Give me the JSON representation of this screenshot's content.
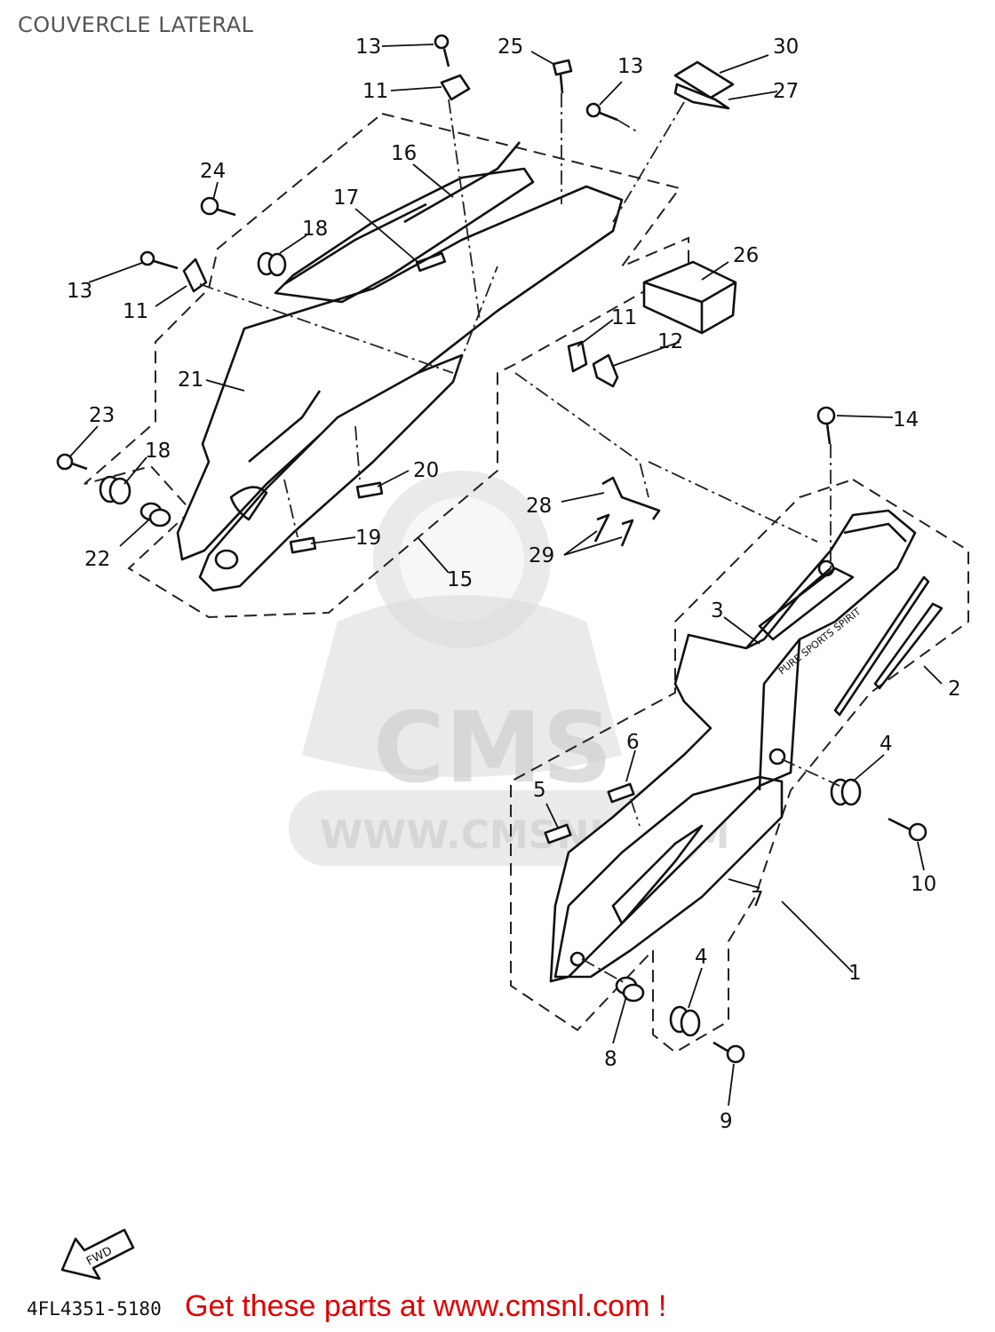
{
  "title": "COUVERCLE LATERAL",
  "part_number": "4FL4351-5180",
  "promo": "Get these parts at www.cmsnl.com !",
  "watermark": {
    "logo": "CMS",
    "url": "WWW.CMSNL.COM"
  },
  "fwd_label": "FWD",
  "decal_text": "PURE SPORTS SPIRIT",
  "callouts": {
    "c13a": "13",
    "c25": "25",
    "c13b": "13",
    "c30": "30",
    "c27": "27",
    "c11a": "11",
    "c16": "16",
    "c24": "24",
    "c17": "17",
    "c18a": "18",
    "c26": "26",
    "c13c": "13",
    "c11b": "11",
    "c11c": "11",
    "c12": "12",
    "c21": "21",
    "c23": "23",
    "c18b": "18",
    "c20": "20",
    "c14": "14",
    "c28": "28",
    "c22": "22",
    "c19": "19",
    "c29": "29",
    "c15": "15",
    "c3": "3",
    "c2": "2",
    "c6": "6",
    "c4a": "4",
    "c5": "5",
    "c10": "10",
    "c7": "7",
    "c1": "1",
    "c4b": "4",
    "c8": "8",
    "c9": "9"
  }
}
